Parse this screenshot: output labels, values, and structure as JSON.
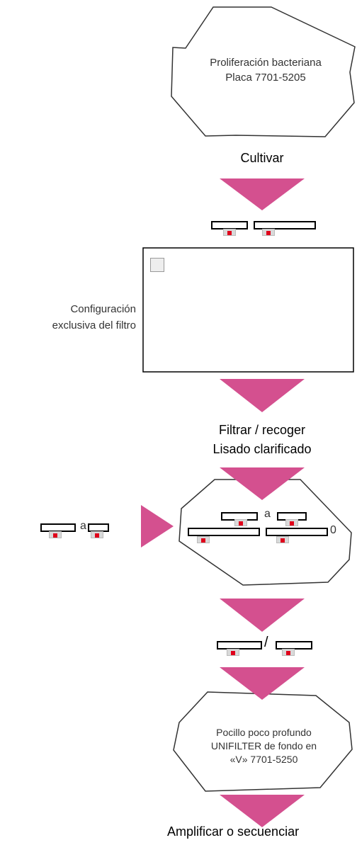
{
  "plate_top": {
    "line1": "Proliferación bacteriana",
    "line2": "Placa 7701-5205"
  },
  "step_culture": "Cultivar",
  "filter_note": {
    "line1": "Configuración",
    "line2": "exclusiva del filtro"
  },
  "step_filter": {
    "line1": "Filtrar / recoger",
    "line2": "Lisado clarificado"
  },
  "range_left_separator": "a",
  "range_right_separator": "a",
  "range_right_suffix": "0",
  "fraction_separator": "/",
  "plate_bottom": {
    "line1": "Pocillo poco profundo",
    "line2": "UNIFILTER de fondo en",
    "line3": "«V» 7701-5250"
  },
  "step_final": "Amplificar o secuenciar",
  "colors": {
    "arrow": "#d4508f",
    "stroke": "#333333",
    "field_icon_red": "#e0001b"
  }
}
